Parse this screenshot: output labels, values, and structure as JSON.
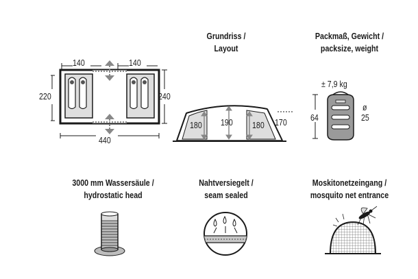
{
  "layout_section": {
    "title_line1": "Grundriss /",
    "title_line2": "Layout",
    "floor_plan": {
      "cabin_left_width": "140",
      "cabin_right_width": "140",
      "left_depth": "220",
      "right_depth": "240",
      "total_length": "440"
    },
    "side_profile": {
      "cabin_left_height": "180",
      "center_height": "190",
      "cabin_right_height": "180",
      "end_height": "170"
    }
  },
  "pack_section": {
    "title_line1": "Packmaß, Gewicht /",
    "title_line2": "packsize, weight",
    "weight": "± 7,9 kg",
    "length": "64",
    "diameter_symbol": "ø",
    "diameter": "25"
  },
  "features": [
    {
      "line1": "3000 mm Wassersäule /",
      "line2": "hydrostatic head",
      "icon": "water-column-icon"
    },
    {
      "line1": "Nahtversiegelt /",
      "line2": "seam sealed",
      "icon": "seam-sealed-icon"
    },
    {
      "line1": "Moskitonetzeingang /",
      "line2": "mosquito net entrance",
      "icon": "mosquito-net-icon"
    }
  ],
  "colors": {
    "ink": "#1a1a1a",
    "fill_light": "#dedede",
    "fill_mid": "#c8c8c8",
    "bag_fill": "#9a9a9a"
  }
}
